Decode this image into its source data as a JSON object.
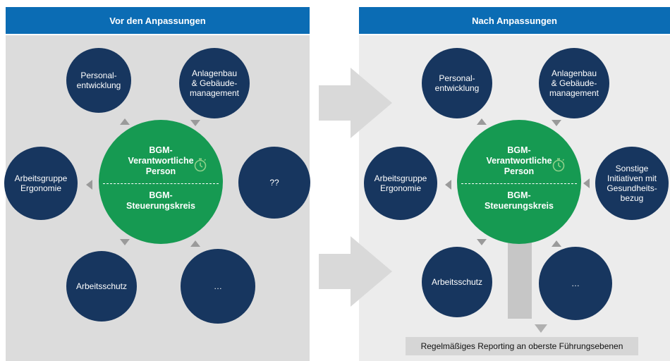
{
  "before": {
    "header": "Vor den Anpassungen",
    "center": {
      "top": "BGM-\nVerantwortliche\nPerson",
      "bottom": "BGM-\nSteuerungskreis"
    },
    "nodes": {
      "personal": "Personal-\nentwicklung",
      "anlagen": "Anlagenbau\n& Gebäude-\nmanagement",
      "ergonomie": "Arbeitsgruppe\nErgonomie",
      "unknown": "??",
      "arbeitsschutz": "Arbeitsschutz",
      "more": "…"
    }
  },
  "after": {
    "header": "Nach Anpassungen",
    "center": {
      "top": "BGM-\nVerantwortliche\nPerson",
      "bottom": "BGM-\nSteuerungskreis"
    },
    "nodes": {
      "personal": "Personal-\nentwicklung",
      "anlagen": "Anlagenbau\n& Gebäude-\nmanagement",
      "ergonomie": "Arbeitsgruppe\nErgonomie",
      "sonstige": "Sonstige\nInitiativen mit\nGesundheits-\nbezug",
      "arbeitsschutz": "Arbeitsschutz",
      "more": "…"
    },
    "reporting": "Regelmäßiges Reporting an oberste Führungsebenen"
  },
  "colors": {
    "header": "#0b6cb4",
    "node": "#17365f",
    "center": "#169a52",
    "arrow": "#9a9a9a",
    "panel_left": "#dcdcdc",
    "panel_right": "#ececec"
  }
}
